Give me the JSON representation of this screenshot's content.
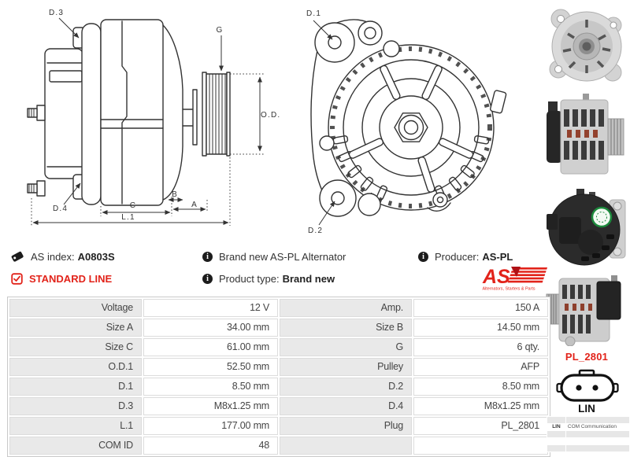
{
  "header": {
    "as_index_label": "AS index:",
    "as_index_value": "A0803S",
    "standard_line": "STANDARD LINE",
    "brand_new_note": "Brand new AS-PL Alternator",
    "product_type_label": "Product type:",
    "product_type_value": "Brand new",
    "producer_label": "Producer:",
    "producer_value": "AS-PL",
    "logo_text": "AS",
    "logo_tagline": "Alternators, Starters & Parts"
  },
  "diagram": {
    "side": {
      "d3": "D.3",
      "d4": "D.4",
      "g": "G",
      "od1": "O.D.1",
      "c": "C",
      "b": "B",
      "a": "A",
      "l1": "L.1"
    },
    "front": {
      "d1": "D.1",
      "d2": "D.2"
    }
  },
  "spec_table": {
    "rows": [
      [
        "Voltage",
        "12 V",
        "Amp.",
        "150 A"
      ],
      [
        "Size A",
        "34.00 mm",
        "Size B",
        "14.50 mm"
      ],
      [
        "Size C",
        "61.00 mm",
        "G",
        "6 qty."
      ],
      [
        "O.D.1",
        "52.50 mm",
        "Pulley",
        "AFP"
      ],
      [
        "D.1",
        "8.50 mm",
        "D.2",
        "8.50 mm"
      ],
      [
        "D.3",
        "M8x1.25 mm",
        "D.4",
        "M8x1.25 mm"
      ],
      [
        "L.1",
        "177.00 mm",
        "Plug",
        "PL_2801"
      ],
      [
        "COM ID",
        "48",
        "",
        ""
      ]
    ]
  },
  "plug": {
    "name": "PL_2801",
    "type": "LIN",
    "mini_table_rows": [
      {
        "c1": "",
        "c2": "",
        "shade": "g"
      },
      {
        "c1": "LIN",
        "c2": "COM Communication",
        "shade": "w"
      },
      {
        "c1": "",
        "c2": "",
        "shade": "g"
      },
      {
        "c1": "",
        "c2": "",
        "shade": "w"
      },
      {
        "c1": "",
        "c2": "",
        "shade": "g"
      }
    ]
  },
  "colors": {
    "accent_red": "#e2231a",
    "cell_gray": "#e9e9e9",
    "ink": "#333333"
  }
}
